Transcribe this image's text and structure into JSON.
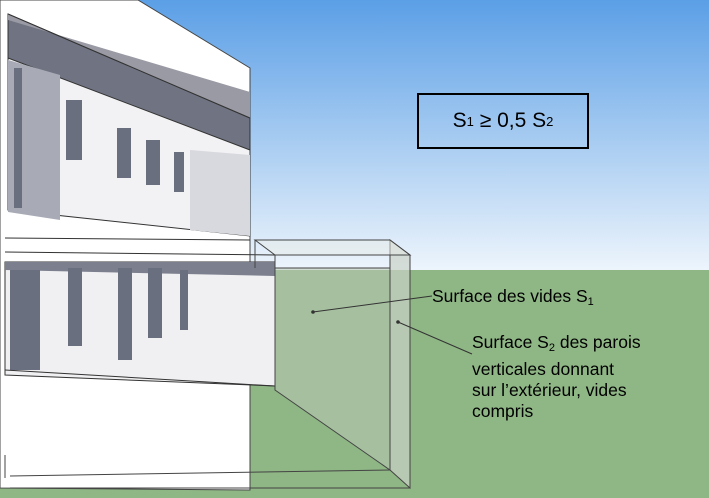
{
  "formula": {
    "s": "S",
    "sub1": "1",
    "relation": " ≥ 0,5 S",
    "sub2": "2"
  },
  "labels": {
    "s1": {
      "text": "Surface des vides S",
      "sub": "1"
    },
    "s2": {
      "line1_pre": "Surface S",
      "line1_sub": "2",
      "line1_post": " des parois",
      "line2": "verticales donnant",
      "line3": "sur l’extérieur, vides",
      "line4": "compris"
    }
  },
  "colors": {
    "sky_top": "#5b9fe6",
    "sky_bottom": "#e9f2fb",
    "ground": "#8fb685",
    "wall": "#ffffff",
    "window_dark": "#6e7385",
    "outline": "#333333"
  }
}
